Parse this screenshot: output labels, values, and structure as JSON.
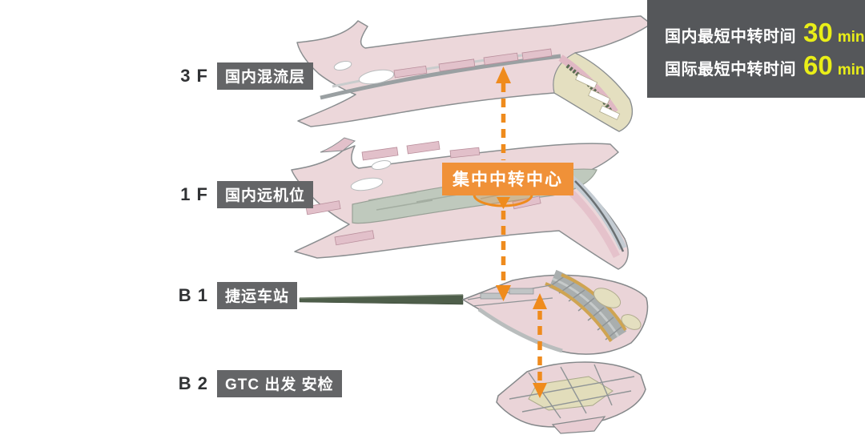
{
  "info_panel": {
    "rows": [
      {
        "label": "国内最短中转时间",
        "value": "30",
        "unit": "min"
      },
      {
        "label": "国际最短中转时间",
        "value": "60",
        "unit": "min"
      }
    ]
  },
  "floors": [
    {
      "level": "3 F",
      "label": "国内混流层"
    },
    {
      "level": "1 F",
      "label": "国内远机位"
    },
    {
      "level": "B 1",
      "label": "捷运车站"
    },
    {
      "level": "B 2",
      "label": "GTC 出发 安检"
    }
  ],
  "transfer_center": {
    "label": "集中中转中心"
  },
  "icons": {
    "up_arrow": "arrow-up-icon",
    "down_arrow": "arrow-down-icon",
    "route_style": "orange-dashed-line"
  },
  "colors": {
    "accent": "#ef8b1d",
    "accent-fill": "#f09138",
    "panel-bg": "#55575a",
    "panel-value": "#e9ee18",
    "badge-bg": "#646567",
    "level-text": "#303234"
  }
}
